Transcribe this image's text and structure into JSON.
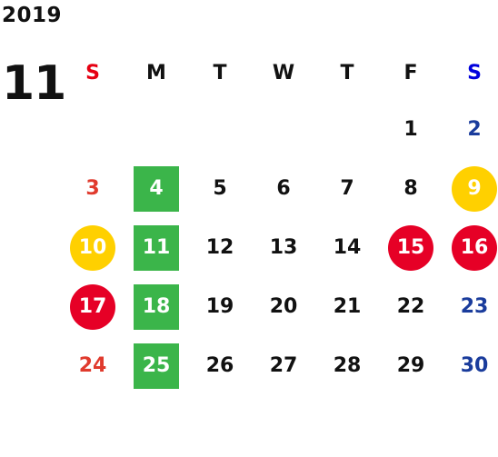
{
  "calendar": {
    "year": "2019",
    "month": "11",
    "weekdays": [
      {
        "label": "S",
        "kind": "sun"
      },
      {
        "label": "M",
        "kind": "wk"
      },
      {
        "label": "T",
        "kind": "wk"
      },
      {
        "label": "W",
        "kind": "wk"
      },
      {
        "label": "T",
        "kind": "wk"
      },
      {
        "label": "F",
        "kind": "wk"
      },
      {
        "label": "S",
        "kind": "sat"
      }
    ],
    "weeks": [
      [
        "",
        "",
        "",
        "",
        "",
        "1",
        "2"
      ],
      [
        "3",
        "4",
        "5",
        "6",
        "7",
        "8",
        "9"
      ],
      [
        "10",
        "11",
        "12",
        "13",
        "14",
        "15",
        "16"
      ],
      [
        "17",
        "18",
        "19",
        "20",
        "21",
        "22",
        "23"
      ],
      [
        "24",
        "25",
        "26",
        "27",
        "28",
        "29",
        "30"
      ]
    ],
    "markers": {
      "4": "green-square",
      "11": "green-square",
      "18": "green-square",
      "25": "green-square",
      "9": "yellow-circle",
      "10": "yellow-circle",
      "15": "red-circle",
      "16": "red-circle",
      "17": "red-circle"
    },
    "colors": {
      "sunday_header": "#e60012",
      "saturday_header": "#0000dd",
      "sunday_text": "#e03a2d",
      "saturday_text": "#1a3c9c",
      "weekday_text": "#111111",
      "green_square": "#3bb54a",
      "yellow_circle": "#ffd000",
      "red_circle": "#e60026"
    }
  }
}
